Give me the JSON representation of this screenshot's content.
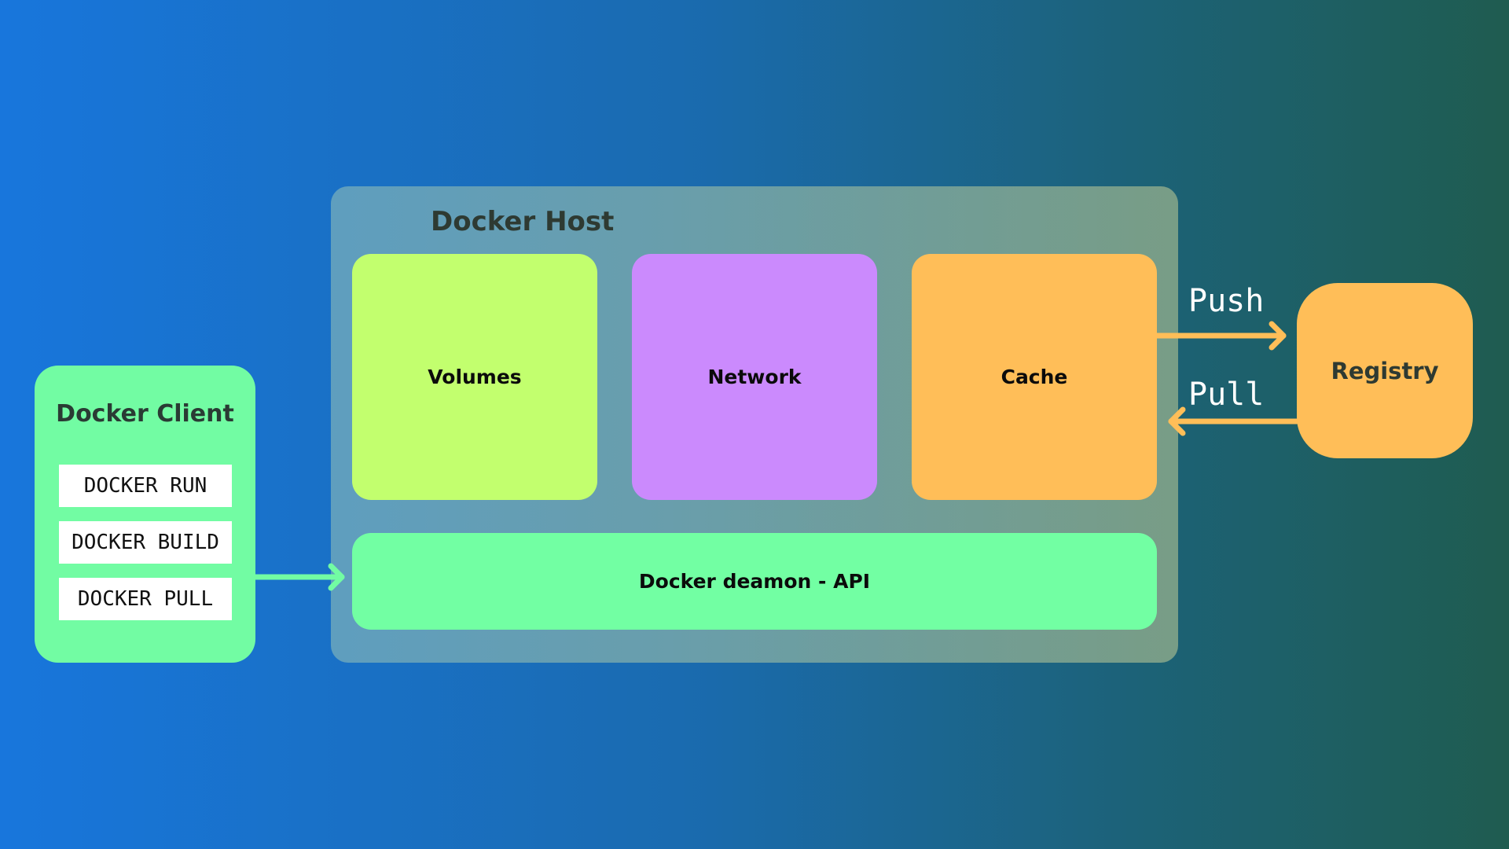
{
  "host": {
    "title": "Docker Host",
    "volumes": "Volumes",
    "network": "Network",
    "cache": "Cache",
    "daemon": "Docker deamon - API"
  },
  "client": {
    "title": "Docker Client",
    "commands": [
      "DOCKER RUN",
      "DOCKER BUILD",
      "DOCKER PULL"
    ]
  },
  "registry": {
    "label": "Registry",
    "push_label": "Push",
    "pull_label": "Pull"
  },
  "colors": {
    "client_green": "#72fca3",
    "volumes_lime": "#c2ff6e",
    "network_purple": "#cb8afd",
    "cache_orange": "#ffbe58",
    "arrow_orange": "#ffbe58",
    "arrow_green": "#72fca3"
  }
}
